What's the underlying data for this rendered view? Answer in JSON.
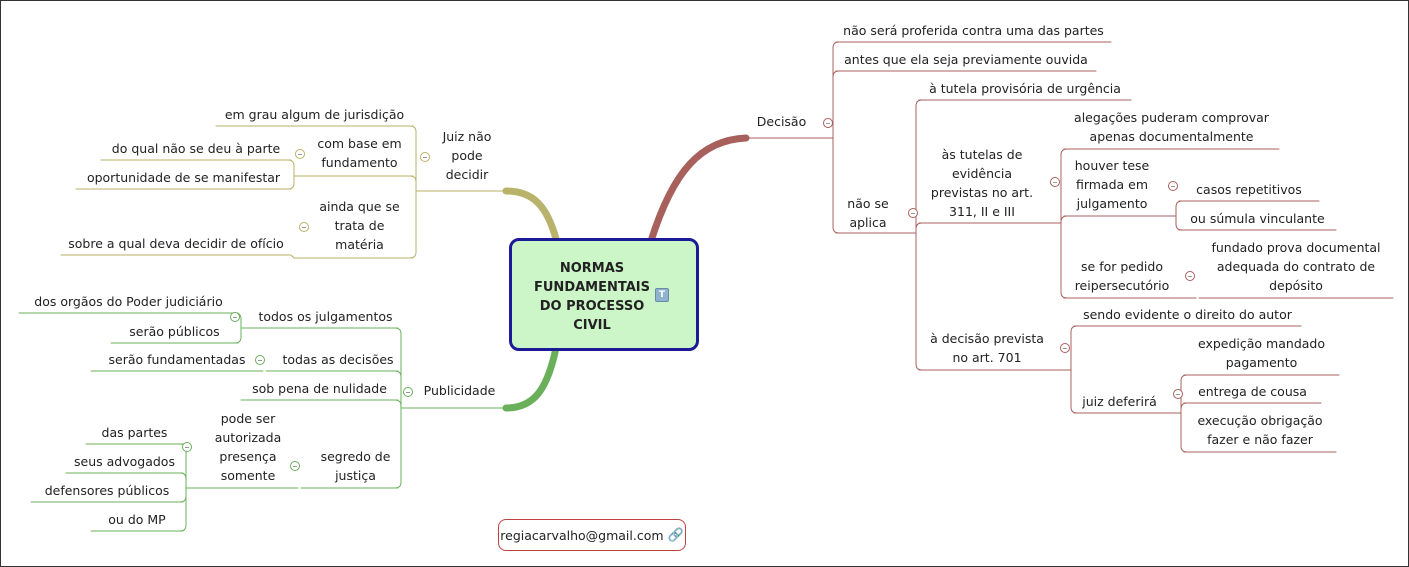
{
  "center": {
    "title": "NORMAS\nFUNDAMENTAIS\nDO PROCESSO\nCIVIL",
    "note_icon": "T"
  },
  "decisao": {
    "label": "Decisão",
    "items": [
      "não será proferida contra uma das partes",
      "antes que ela seja previamente ouvida"
    ],
    "nao_se_aplica": {
      "label": "não se\naplica",
      "urgencia": "à tutela provisória de urgência",
      "evidencia": {
        "label": "às tutelas de\nevidência\nprevistas no art.\n311, II e III",
        "alegacoes": "alegações puderam comprovar\napenas documentalmente",
        "houver": {
          "label": "houver tese\nfirmada em\njulgamento",
          "items": [
            "casos repetitivos",
            "ou súmula vinculante"
          ]
        },
        "pedido": {
          "label": "se for pedido\nreipersecutório",
          "item": "fundado prova documental\nadequada do contrato de\ndepósito"
        }
      },
      "art701": {
        "label": "à decisão prevista\nno art. 701",
        "evidente": "sendo evidente o direito do autor",
        "juiz": {
          "label": "juiz deferirá",
          "items": [
            "expedição mandado\npagamento",
            "entrega de cousa",
            "execução obrigação\nfazer e não fazer"
          ]
        }
      }
    }
  },
  "juiz": {
    "label": "Juiz não\npode\ndecidir",
    "grau": "em grau algum de jurisdição",
    "base": {
      "label": "com base em\nfundamento",
      "items": [
        "do qual não se deu à parte",
        "oportunidade de se manifestar"
      ]
    },
    "ainda": {
      "label": "ainda que se\ntrata de\nmatéria",
      "item": "sobre a qual deva decidir de ofício"
    }
  },
  "publicidade": {
    "label": "Publicidade",
    "todos": {
      "label": "todos os julgamentos",
      "items": [
        "dos orgãos do Poder judiciário",
        "serão públicos"
      ]
    },
    "todas": {
      "label": "todas as decisões",
      "item": "serão fundamentadas"
    },
    "nulidade": "sob pena de nulidade",
    "segredo": {
      "label": "segredo de\njustiça",
      "pode": {
        "label": "pode ser\nautorizada\npresença\nsomente",
        "items": [
          "das partes",
          "seus advogados",
          "defensores públicos",
          "ou do MP"
        ]
      }
    }
  },
  "email": "regiacarvalho@gmail.com",
  "colors": {
    "decisao": "#a8605c",
    "juiz": "#b8b26a",
    "publicidade": "#6aaf5a",
    "center_border": "#1b1b9a",
    "center_bg": "#ccf5c8"
  }
}
